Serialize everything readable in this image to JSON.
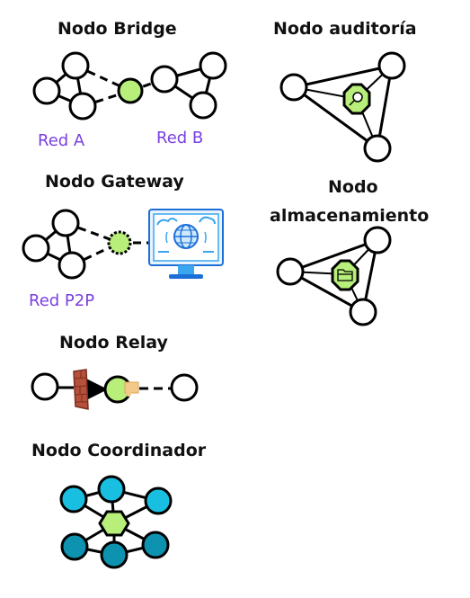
{
  "sections": {
    "bridge": {
      "title": "Nodo Bridge",
      "net_a": "Red A",
      "net_b": "Red B"
    },
    "auditoria": {
      "title": "Nodo auditoría"
    },
    "gateway": {
      "title": "Nodo Gateway",
      "net": "Red P2P"
    },
    "almacenamiento": {
      "title_line1": "Nodo",
      "title_line2": "almacenamiento"
    },
    "relay": {
      "title": "Nodo Relay"
    },
    "coordinador": {
      "title": "Nodo Coordinador"
    }
  },
  "colors": {
    "special_node": "#b7ef7a",
    "node_outline": "#000000",
    "net_label": "#7a3fe0",
    "coord_top": "#19bfe0",
    "coord_bottom": "#0d93b0",
    "wall": "#b5503a",
    "packet": "#f3c98a"
  },
  "icons": [
    "magnifier-icon",
    "folder-icon",
    "web-monitor-icon",
    "firewall-icon",
    "packet-icon"
  ]
}
